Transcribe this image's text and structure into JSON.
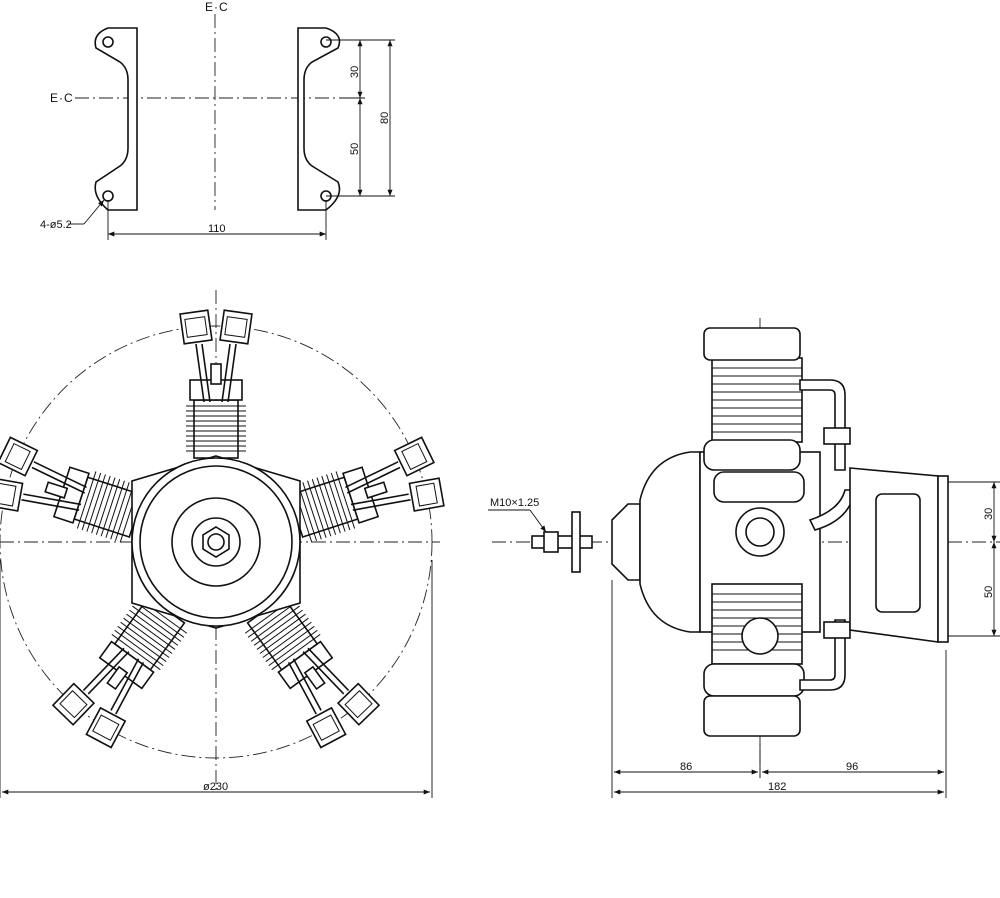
{
  "labels": {
    "ec_top": "E·C",
    "ec_left": "E·C",
    "holes": "4-ø5.2",
    "mount_width": "110",
    "mount_offset_top": "30",
    "mount_offset_bottom": "50",
    "mount_height": "80",
    "diameter": "ø230",
    "thread": "M10×1.25",
    "side_offset_top": "30",
    "side_offset_bottom": "50",
    "len_front": "86",
    "len_rear": "96",
    "len_total": "182"
  },
  "colors": {
    "line": "#111111",
    "background": "#ffffff"
  }
}
